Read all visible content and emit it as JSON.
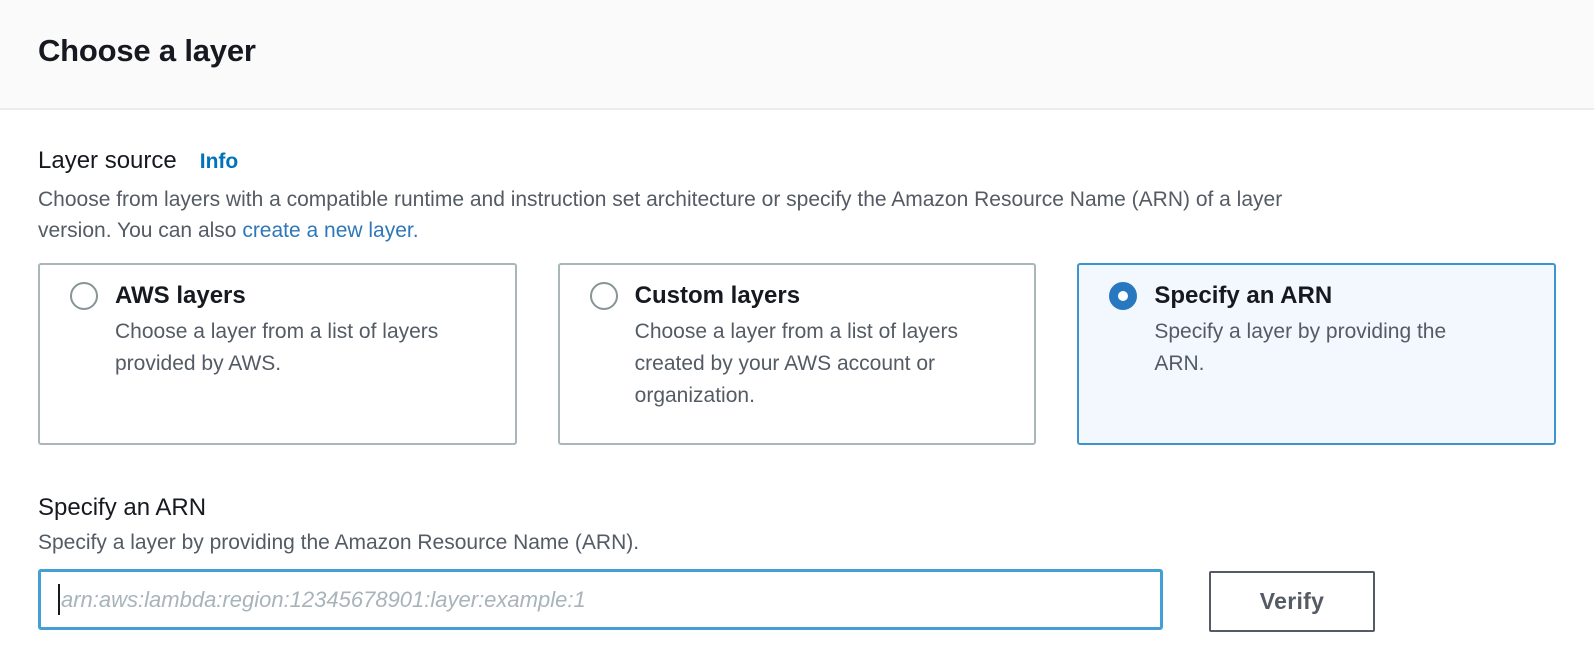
{
  "colors": {
    "accent_radio": "#2878c0",
    "selected_border": "#3e95cd",
    "selected_bg": "#f2f8fd",
    "input_focus_border": "#44a0d4",
    "link_blue": "#0073bb",
    "text_dark": "#16191f",
    "text_gray": "#545b64",
    "card_border": "#aab7b8",
    "divider": "#eaeded"
  },
  "header": {
    "title": "Choose a layer"
  },
  "layer_source": {
    "label": "Layer source",
    "info_link": "Info",
    "description_line1": "Choose from layers with a compatible runtime and instruction set architecture or specify the Amazon Resource Name (ARN) of a layer",
    "description_line2_prefix": "version. You can also ",
    "description_link": "create a new layer."
  },
  "options": [
    {
      "title": "AWS layers",
      "description": "Choose a layer from a list of layers provided by AWS.",
      "selected": false
    },
    {
      "title": "Custom layers",
      "description": "Choose a layer from a list of layers created by your AWS account or organization.",
      "selected": false
    },
    {
      "title": "Specify an ARN",
      "description": "Specify a layer by providing the ARN.",
      "selected": true
    }
  ],
  "arn_section": {
    "title": "Specify an ARN",
    "description": "Specify a layer by providing the Amazon Resource Name (ARN).",
    "input_value": "",
    "input_placeholder": "arn:aws:lambda:region:12345678901:layer:example:1",
    "verify_button": "Verify"
  }
}
